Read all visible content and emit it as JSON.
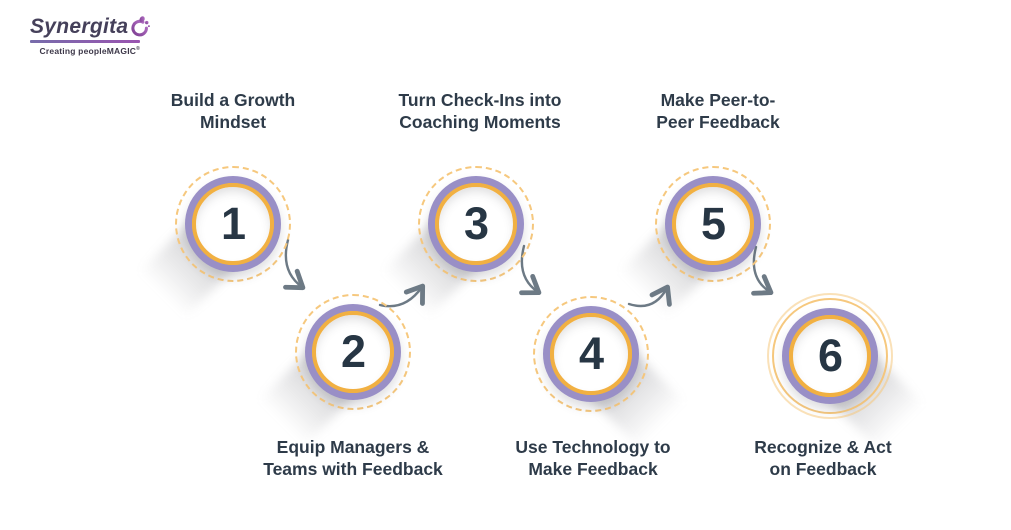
{
  "logo": {
    "brand": "Synergita",
    "tagline": "Creating peopleMAGIC",
    "registered_mark": "®"
  },
  "steps": [
    {
      "number": "1",
      "title": "Build a Growth Mindset",
      "lines": [
        "Build a Growth",
        "Mindset"
      ]
    },
    {
      "number": "2",
      "title": "Equip Managers & Teams with Feedback",
      "lines": [
        "Equip Managers &",
        "Teams with Feedback"
      ]
    },
    {
      "number": "3",
      "title": "Turn Check-Ins into Coaching Moments",
      "lines": [
        "Turn Check-Ins into",
        "Coaching Moments"
      ]
    },
    {
      "number": "4",
      "title": "Use Technology to Make Feedback",
      "lines": [
        "Use Technology to",
        "Make Feedback"
      ]
    },
    {
      "number": "5",
      "title": "Make Peer-to-Peer Feedback",
      "lines": [
        "Make Peer-to-",
        "Peer Feedback"
      ]
    },
    {
      "number": "6",
      "title": "Recognize & Act on Feedback",
      "lines": [
        "Recognize & Act",
        "on Feedback"
      ]
    }
  ],
  "colors": {
    "background": "#ffffff",
    "ring_purple": "#998fc6",
    "ring_orange": "#f1b042",
    "ring_dashed_orange": "#f6c87e",
    "number_text": "#273644",
    "label_text": "#2e3b49",
    "arrow_gray": "#6d7a85",
    "logo_purple": "#8f4da4",
    "logo_text": "#45405a"
  }
}
